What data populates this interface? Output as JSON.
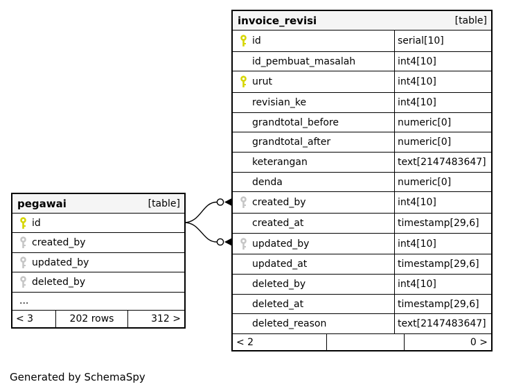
{
  "page": {
    "generated_note": "Generated by SchemaSpy"
  },
  "colors": {
    "border": "#000000",
    "header_bg": "#f5f5f5",
    "primary_key": "#d6d600",
    "foreign_key": "#c6c6c6",
    "edge": "#000000"
  },
  "tables": [
    {
      "id": "pegawai",
      "name": "pegawai",
      "badge": "[table]",
      "columns": [
        {
          "name": "id",
          "key": "pk"
        },
        {
          "name": "created_by",
          "key": "fk"
        },
        {
          "name": "updated_by",
          "key": "fk"
        },
        {
          "name": "deleted_by",
          "key": "fk"
        },
        {
          "name": "...",
          "key": null
        }
      ],
      "footer": {
        "left": "< 3",
        "center": "202 rows",
        "right": "312 >"
      }
    },
    {
      "id": "invoice",
      "name": "invoice_revisi",
      "badge": "[table]",
      "columns": [
        {
          "name": "id",
          "type": "serial[10]",
          "key": "pk"
        },
        {
          "name": "id_pembuat_masalah",
          "type": "int4[10]",
          "key": null
        },
        {
          "name": "urut",
          "type": "int4[10]",
          "key": "pk"
        },
        {
          "name": "revisian_ke",
          "type": "int4[10]",
          "key": null
        },
        {
          "name": "grandtotal_before",
          "type": "numeric[0]",
          "key": null
        },
        {
          "name": "grandtotal_after",
          "type": "numeric[0]",
          "key": null
        },
        {
          "name": "keterangan",
          "type": "text[2147483647]",
          "key": null
        },
        {
          "name": "denda",
          "type": "numeric[0]",
          "key": null
        },
        {
          "name": "created_by",
          "type": "int4[10]",
          "key": "fk"
        },
        {
          "name": "created_at",
          "type": "timestamp[29,6]",
          "key": null
        },
        {
          "name": "updated_by",
          "type": "int4[10]",
          "key": "fk"
        },
        {
          "name": "updated_at",
          "type": "timestamp[29,6]",
          "key": null
        },
        {
          "name": "deleted_by",
          "type": "int4[10]",
          "key": null
        },
        {
          "name": "deleted_at",
          "type": "timestamp[29,6]",
          "key": null
        },
        {
          "name": "deleted_reason",
          "type": "text[2147483647]",
          "key": null
        }
      ],
      "footer": {
        "left": "< 2",
        "center": "",
        "right": "0 >"
      }
    }
  ],
  "relationships": [
    {
      "from": "pegawai.id",
      "to": "invoice_revisi.created_by",
      "cardinality": "zero-or-many"
    },
    {
      "from": "pegawai.id",
      "to": "invoice_revisi.updated_by",
      "cardinality": "zero-or-many"
    }
  ]
}
